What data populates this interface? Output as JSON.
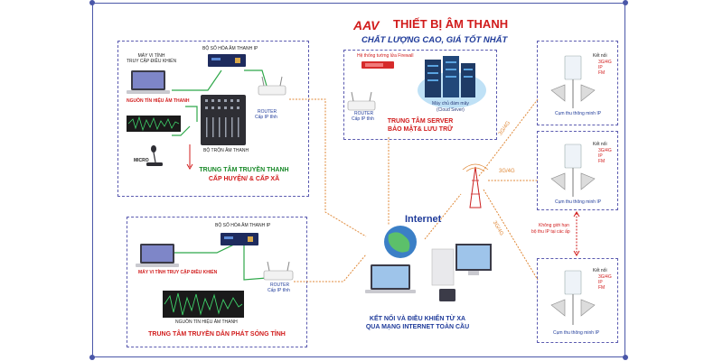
{
  "brand": {
    "logo": "AAV",
    "title": "THIẾT BỊ ÂM THANH",
    "slogan": "CHẤT LƯỢNG CAO, GIÁ TỐT NHẤT",
    "colors": {
      "red": "#d11c1c",
      "blue": "#1f3b9a",
      "green": "#1a8a2a"
    }
  },
  "district_center": {
    "title_line1": "TRUNG TÂM TRUYỀN THANH",
    "title_line2": "CẤP HUYỆN/ & CẤP XÃ",
    "computer": "MÁY VI TÍNH\nTRUY CẬP ĐIỀU KHIỂN",
    "encoder": "BỘ SỐ HÓA ÂM THANH IP",
    "source": "NGUỒN TÍN HIỆU ÂM THANH",
    "mixer": "BỘ TRỘN ÂM THANH",
    "micro": "MICRO",
    "router_line1": "ROUTER",
    "router_line2": "Cấp IP tĩnh"
  },
  "server_center": {
    "firewall": "Hệ thống tường lửa Firewall",
    "router_line1": "ROUTER",
    "router_line2": "Cấp IP tĩnh",
    "cloud_line1": "Máy chủ đám mây",
    "cloud_line2": "(Cloud Sever)",
    "title_line1": "TRUNG TÂM SERVER",
    "title_line2": "BẢO MẬT& LƯU TRỮ"
  },
  "province_center": {
    "encoder": "BỘ SỐ HÓA ÂM THANH IP",
    "computer": "MÁY VI TÍNH TRUY CẬP ĐIỀU KHIỂN",
    "source": "NGUỒN TÍN HIỆU ÂM THANH",
    "router_line1": "ROUTER",
    "router_line2": "Cấp IP tĩnh",
    "title": "TRUNG TÂM TRUYỀN DẪN PHÁT SÓNG TỈNH"
  },
  "internet": {
    "label": "Internet",
    "caption_line1": "KẾT NỐI VÀ ĐIỀU KHIỂN TỪ XA",
    "caption_line2": "QUA MẠNG INTERNET TOÀN CẦU"
  },
  "links": {
    "g1": "3G/4G",
    "g2": "3G/4G",
    "g3": "3G/4G"
  },
  "receivers": [
    {
      "label": "Cụm thu thông minh IP",
      "connect": "Kết nối",
      "opts": [
        "3G/4G",
        "IP",
        "FM"
      ]
    },
    {
      "label": "Cụm thu thông minh IP",
      "connect": "Kết nối",
      "opts": [
        "3G/4G",
        "IP",
        "FM"
      ]
    },
    {
      "label": "Cụm thu thông minh IP",
      "connect": "Kết nối",
      "opts": [
        "3G/4G",
        "IP",
        "FM"
      ]
    }
  ],
  "unlimited_line1": "Không giới hạn",
  "unlimited_line2": "bộ thu IP tại các ấp"
}
